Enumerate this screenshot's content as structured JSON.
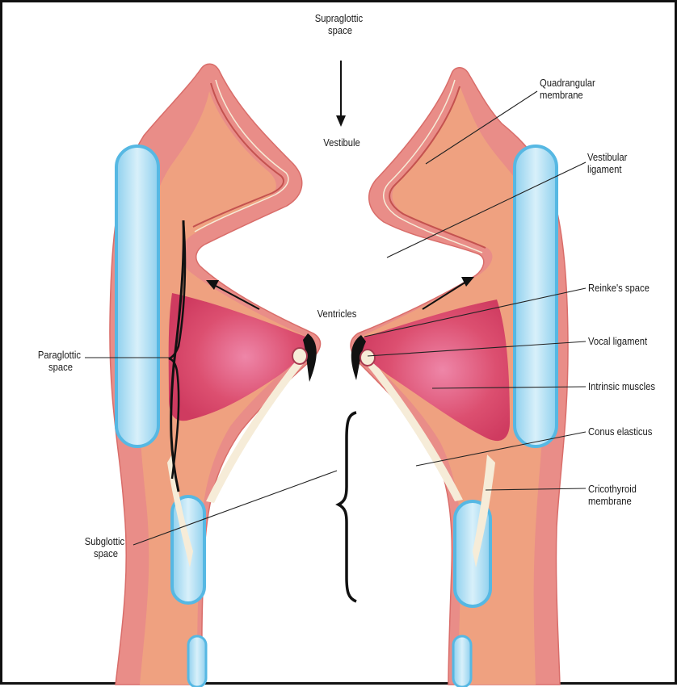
{
  "labels": {
    "supraglottic_space": [
      "Supraglottic",
      "space"
    ],
    "vestibule": "Vestibule",
    "quadrangular_membrane": [
      "Quadrangular",
      "membrane"
    ],
    "vestibular_ligament": [
      "Vestibular",
      "ligament"
    ],
    "reinkes_space": "Reinke's space",
    "ventricles": "Ventricles",
    "vocal_ligament": "Vocal ligament",
    "intrinsic_muscles": "Intrinsic muscles",
    "conus_elasticus": "Conus elasticus",
    "cricothyroid_membrane": [
      "Cricothyroid",
      "membrane"
    ],
    "paraglottic_space": [
      "Paraglottic",
      "space"
    ],
    "subglottic_space": [
      "Subglottic",
      "space"
    ]
  },
  "colors": {
    "mucosa": "#e98d88",
    "mucosa_edge": "#d96d6a",
    "submucosa": "#f0a37f",
    "cartilage": "#a9dcf0",
    "cartilage_edge": "#56b8e3",
    "muscle": "#dc4f70",
    "muscle_highlight": "#e8769a",
    "ligament": "#f6ecd8"
  }
}
